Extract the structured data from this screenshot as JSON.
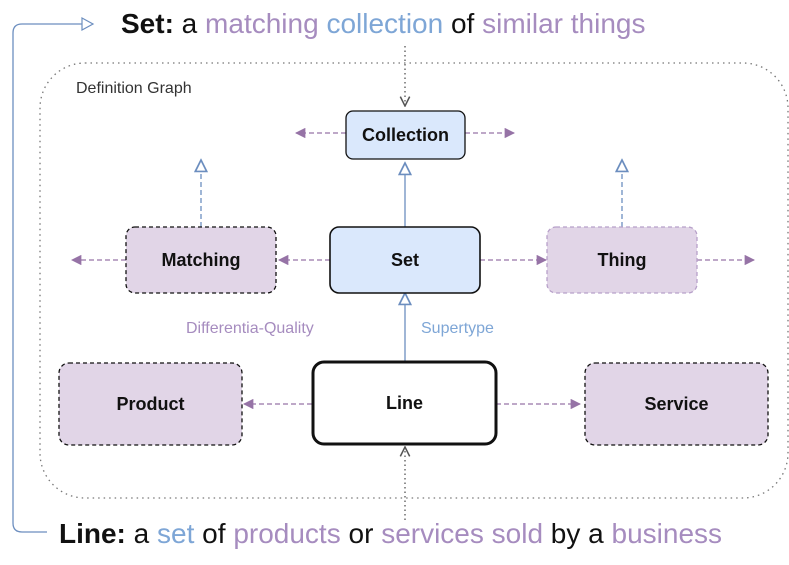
{
  "top_definition": {
    "term": "Set:",
    "parts": [
      {
        "text": " a ",
        "style": "plain"
      },
      {
        "text": "matching",
        "style": "purple"
      },
      {
        "text": " ",
        "style": "plain"
      },
      {
        "text": "collection",
        "style": "blue"
      },
      {
        "text": " of ",
        "style": "plain"
      },
      {
        "text": "similar things",
        "style": "purple"
      }
    ]
  },
  "bottom_definition": {
    "term": "Line:",
    "parts": [
      {
        "text": " a ",
        "style": "plain"
      },
      {
        "text": "set",
        "style": "blue"
      },
      {
        "text": " of ",
        "style": "plain"
      },
      {
        "text": "products",
        "style": "purple"
      },
      {
        "text": " or ",
        "style": "plain"
      },
      {
        "text": "services sold",
        "style": "purple"
      },
      {
        "text": " by a ",
        "style": "plain"
      },
      {
        "text": "business",
        "style": "purple"
      }
    ]
  },
  "graph": {
    "label": "Definition Graph",
    "nodes": {
      "collection": "Collection",
      "matching": "Matching",
      "set": "Set",
      "thing": "Thing",
      "product": "Product",
      "line": "Line",
      "service": "Service"
    },
    "relation_labels": {
      "differentia": "Differentia-Quality",
      "supertype": "Supertype"
    }
  },
  "colors": {
    "blue_text": "#7ea6d6",
    "purple_text": "#a68cbf",
    "blue_fill": "#dae8fc",
    "purple_fill": "#e1d5e7",
    "purple_line": "#9673a6",
    "blue_line": "#6c8ebf"
  }
}
